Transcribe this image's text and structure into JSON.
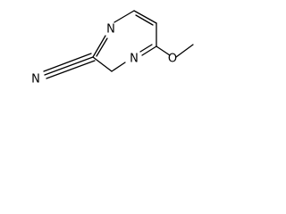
{
  "molecule": {
    "atoms": {
      "ring_n_top": "N",
      "ring_n_bottom": "N",
      "nitrile_n": "N",
      "ether_o": "O"
    }
  }
}
